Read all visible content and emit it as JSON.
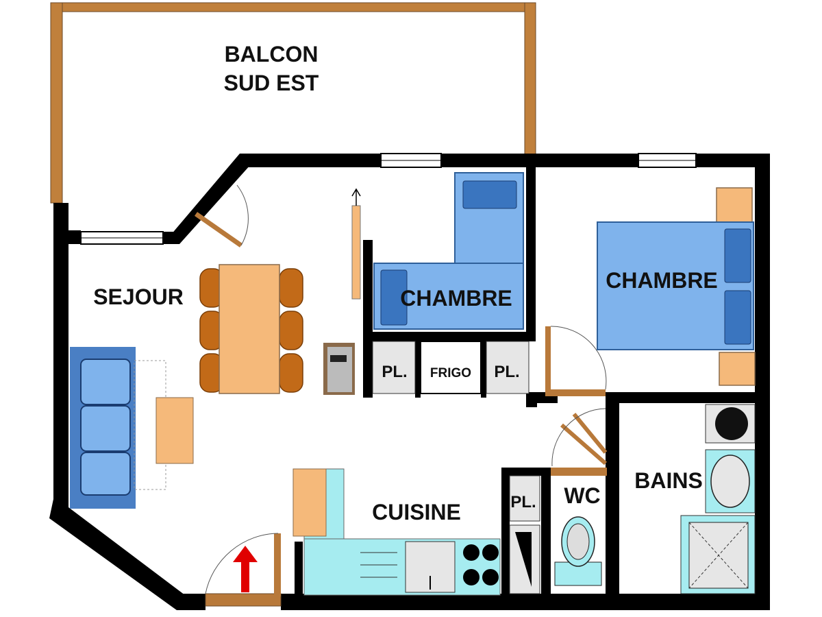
{
  "rooms": {
    "balcony_line1": "BALCON",
    "balcony_line2": "SUD EST",
    "living": "SEJOUR",
    "bedroom_small": "CHAMBRE",
    "bedroom_large": "CHAMBRE",
    "kitchen": "CUISINE",
    "wc": "WC",
    "bathroom": "BAINS"
  },
  "fixtures": {
    "closet_left": "PL.",
    "fridge": "FRIGO",
    "closet_right": "PL.",
    "closet_kitchen": "PL."
  },
  "colors": {
    "wall": "#000000",
    "balcony_rail": "#c0803c",
    "door": "#b8793a",
    "bed": "#7fb3ec",
    "pillow": "#3a75bf",
    "wood_table": "#f5b97a",
    "chair": "#c26a18",
    "sofa": "#4a7fc4",
    "sanitary": "#a6ecf0",
    "closet": "#e6e6e6",
    "entrance_arrow": "#e00000"
  }
}
